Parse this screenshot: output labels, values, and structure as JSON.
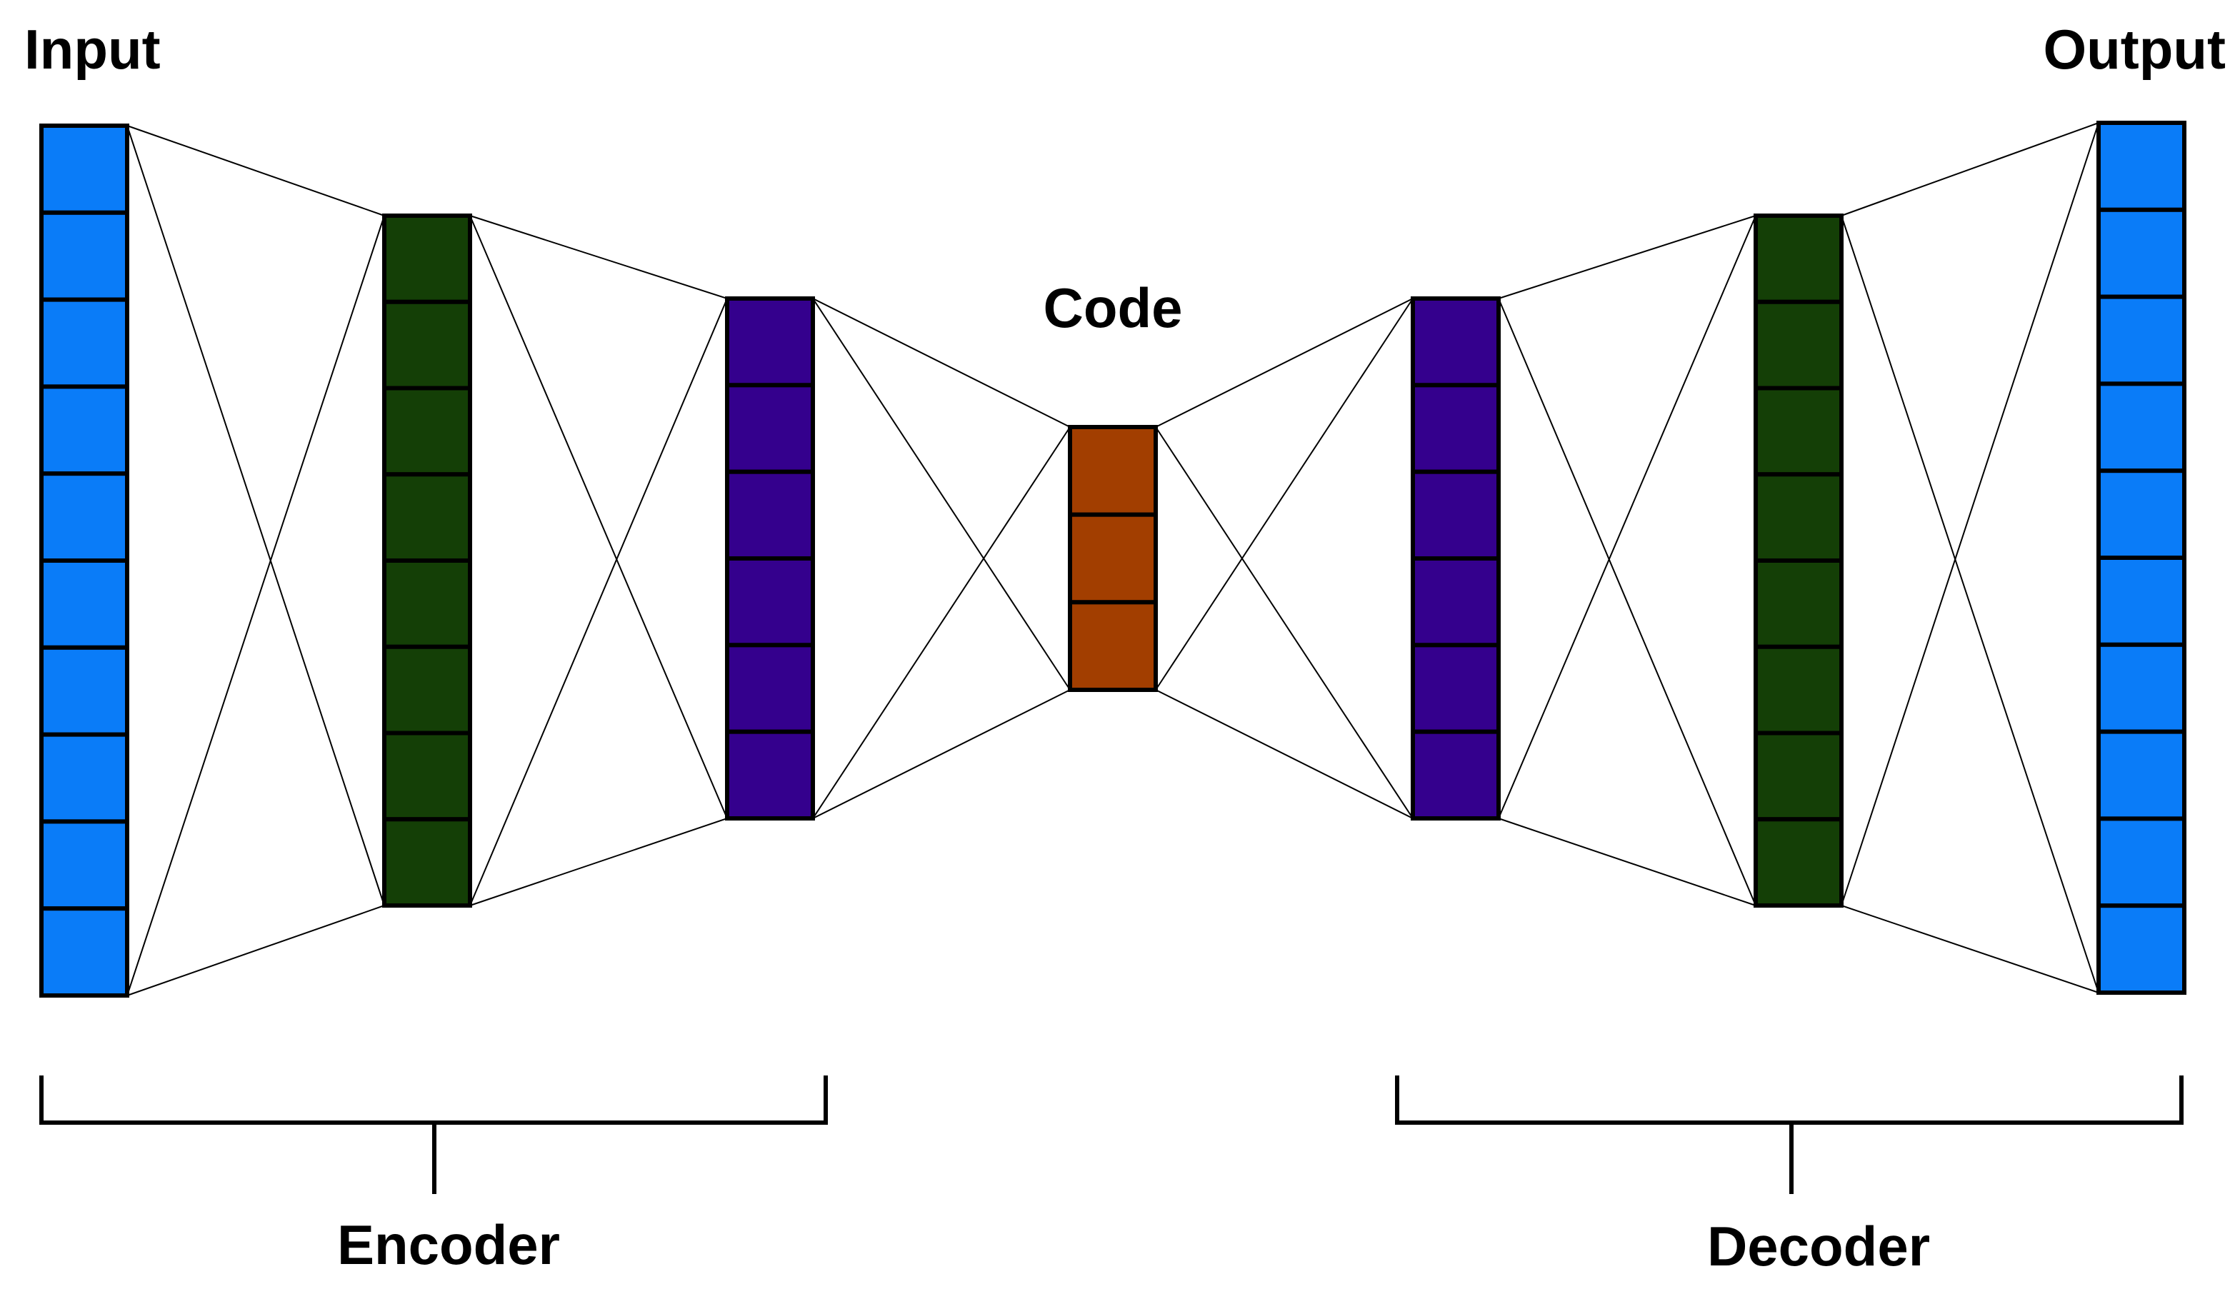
{
  "labels": {
    "input": "Input",
    "output": "Output",
    "code": "Code",
    "encoder": "Encoder",
    "decoder": "Decoder"
  },
  "layers": [
    {
      "id": "input-layer",
      "units": 10,
      "color": "#0A7CF8"
    },
    {
      "id": "encoder-hidden-1",
      "units": 8,
      "color": "#143F06"
    },
    {
      "id": "encoder-hidden-2",
      "units": 6,
      "color": "#34008D"
    },
    {
      "id": "code-layer",
      "units": 3,
      "color": "#A23E00"
    },
    {
      "id": "decoder-hidden-1",
      "units": 6,
      "color": "#34008D"
    },
    {
      "id": "decoder-hidden-2",
      "units": 8,
      "color": "#143F06"
    },
    {
      "id": "output-layer",
      "units": 10,
      "color": "#0A7CF8"
    }
  ],
  "colors": {
    "input_output": "#0A7CF8",
    "hidden_outer": "#143F06",
    "hidden_inner": "#34008D",
    "code": "#A23E00",
    "line": "#000000"
  }
}
